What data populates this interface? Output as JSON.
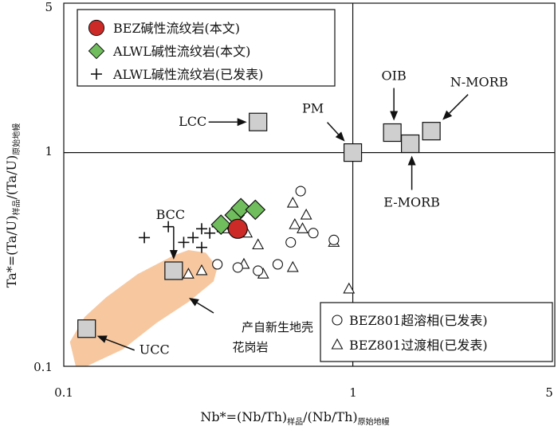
{
  "chart_data": {
    "type": "scatter",
    "x_scale": "log",
    "y_scale": "log",
    "xlim": [
      0.1,
      5
    ],
    "ylim": [
      0.1,
      5
    ],
    "grid": false,
    "reference_lines": {
      "x": 1,
      "y": 1
    },
    "xlabel": "Nb*=(Nb/Th)",
    "xlabel_sub1": "样品",
    "xlabel_mid": "/(Nb/Th)",
    "xlabel_sub2": "原始地幔",
    "ylabel": "Ta*=(Ta/U)",
    "ylabel_sub1": "样品",
    "ylabel_mid": "/(Ta/U)",
    "ylabel_sub2": "原始地幔",
    "x_tick_labels": [
      "0.1",
      "1",
      "5"
    ],
    "y_tick_labels": [
      "0.1",
      "1",
      "5"
    ],
    "legend_top": [
      {
        "label": "BEZ碱性流纹岩(本文)",
        "marker": "circle-filled",
        "color": "#cc2a26"
      },
      {
        "label": "ALWL碱性流纹岩(本文)",
        "marker": "diamond-filled",
        "color": "#6fbd5c"
      },
      {
        "label": "ALWL碱性流纹岩(已发表)",
        "marker": "plus",
        "color": "#111111"
      }
    ],
    "legend_bottom": [
      {
        "label": "BEZ801超溶相(已发表)",
        "marker": "circle-open"
      },
      {
        "label": "BEZ801过渡相(已发表)",
        "marker": "triangle-open"
      }
    ],
    "series": [
      {
        "marker": "circle-filled",
        "color": "#cc2a26",
        "points": [
          [
            0.4,
            0.44
          ]
        ]
      },
      {
        "marker": "diamond-filled",
        "color": "#6fbd5c",
        "points": [
          [
            0.35,
            0.46
          ],
          [
            0.39,
            0.51
          ],
          [
            0.41,
            0.55
          ],
          [
            0.46,
            0.54
          ]
        ]
      },
      {
        "marker": "plus",
        "color": "#111111",
        "points": [
          [
            0.19,
            0.4
          ],
          [
            0.23,
            0.45
          ],
          [
            0.26,
            0.38
          ],
          [
            0.28,
            0.4
          ],
          [
            0.3,
            0.44
          ],
          [
            0.32,
            0.42
          ],
          [
            0.34,
            0.45
          ],
          [
            0.3,
            0.36
          ]
        ]
      },
      {
        "marker": "circle-open",
        "color": "#111111",
        "points": [
          [
            0.66,
            0.66
          ],
          [
            0.4,
            0.29
          ],
          [
            0.47,
            0.28
          ],
          [
            0.55,
            0.3
          ],
          [
            0.61,
            0.38
          ],
          [
            0.73,
            0.42
          ],
          [
            0.86,
            0.39
          ],
          [
            0.34,
            0.3
          ]
        ]
      },
      {
        "marker": "triangle-open",
        "color": "#111111",
        "points": [
          [
            0.62,
            0.58
          ],
          [
            0.69,
            0.51
          ],
          [
            0.63,
            0.46
          ],
          [
            0.67,
            0.44
          ],
          [
            0.47,
            0.37
          ],
          [
            0.42,
            0.3
          ],
          [
            0.49,
            0.27
          ],
          [
            0.62,
            0.29
          ],
          [
            0.86,
            0.38
          ],
          [
            0.97,
            0.23
          ],
          [
            0.3,
            0.28
          ],
          [
            0.27,
            0.27
          ],
          [
            0.43,
            0.42
          ],
          [
            0.36,
            0.44
          ]
        ]
      }
    ],
    "references": [
      {
        "label": "LCC",
        "x": 0.47,
        "y": 1.39
      },
      {
        "label": "PM",
        "x": 1.0,
        "y": 1.0
      },
      {
        "label": "OIB",
        "x": 1.37,
        "y": 1.24
      },
      {
        "label": "N-MORB",
        "x": 1.87,
        "y": 1.26
      },
      {
        "label": "E-MORB",
        "x": 1.58,
        "y": 1.1
      },
      {
        "label": "BCC",
        "x": 0.24,
        "y": 0.28
      },
      {
        "label": "UCC",
        "x": 0.12,
        "y": 0.15
      }
    ],
    "field": {
      "label_line1": "产自新生地壳",
      "label_line2": "花岗岩",
      "color": "#f7c8a0",
      "polygon": [
        [
          0.11,
          0.1
        ],
        [
          0.105,
          0.13
        ],
        [
          0.118,
          0.17
        ],
        [
          0.14,
          0.21
        ],
        [
          0.18,
          0.27
        ],
        [
          0.24,
          0.33
        ],
        [
          0.27,
          0.35
        ],
        [
          0.31,
          0.34
        ],
        [
          0.34,
          0.29
        ],
        [
          0.33,
          0.25
        ],
        [
          0.27,
          0.2
        ],
        [
          0.21,
          0.16
        ],
        [
          0.16,
          0.12
        ],
        [
          0.12,
          0.1
        ]
      ]
    }
  }
}
